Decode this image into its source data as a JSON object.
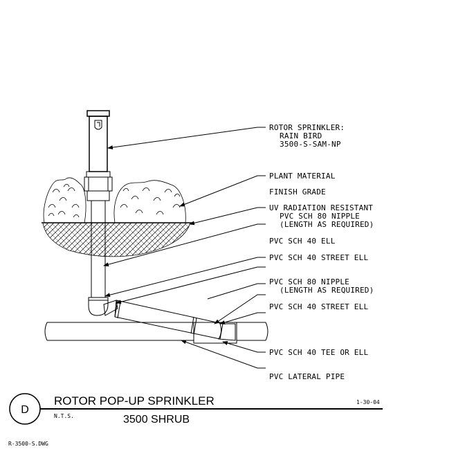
{
  "labels": {
    "rotor_sprinkler": [
      "ROTOR SPRINKLER:",
      "RAIN BIRD",
      "3500-S-SAM-NP"
    ],
    "plant_material": "PLANT MATERIAL",
    "finish_grade": "FINISH GRADE",
    "uv_nipple": [
      "UV RADIATION RESISTANT",
      "PVC SCH 80 NIPPLE",
      "(LENGTH AS REQUIRED)"
    ],
    "sch40_ell": "PVC SCH 40 ELL",
    "sch40_street_ell_1": "PVC SCH 40 STREET ELL",
    "sch80_nipple": [
      "PVC SCH 80 NIPPLE",
      "(LENGTH AS REQUIRED)"
    ],
    "sch40_street_ell_2": "PVC SCH 40 STREET ELL",
    "tee_or_ell": "PVC SCH 40 TEE OR ELL",
    "lateral_pipe": "PVC LATERAL PIPE"
  },
  "title_block": {
    "detail_letter": "D",
    "title": "ROTOR POP-UP SPRINKLER",
    "scale": "N.T.S.",
    "subtitle": "3500 SHRUB",
    "date": "1-30-04",
    "file_name": "R-3500-S.DWG"
  }
}
